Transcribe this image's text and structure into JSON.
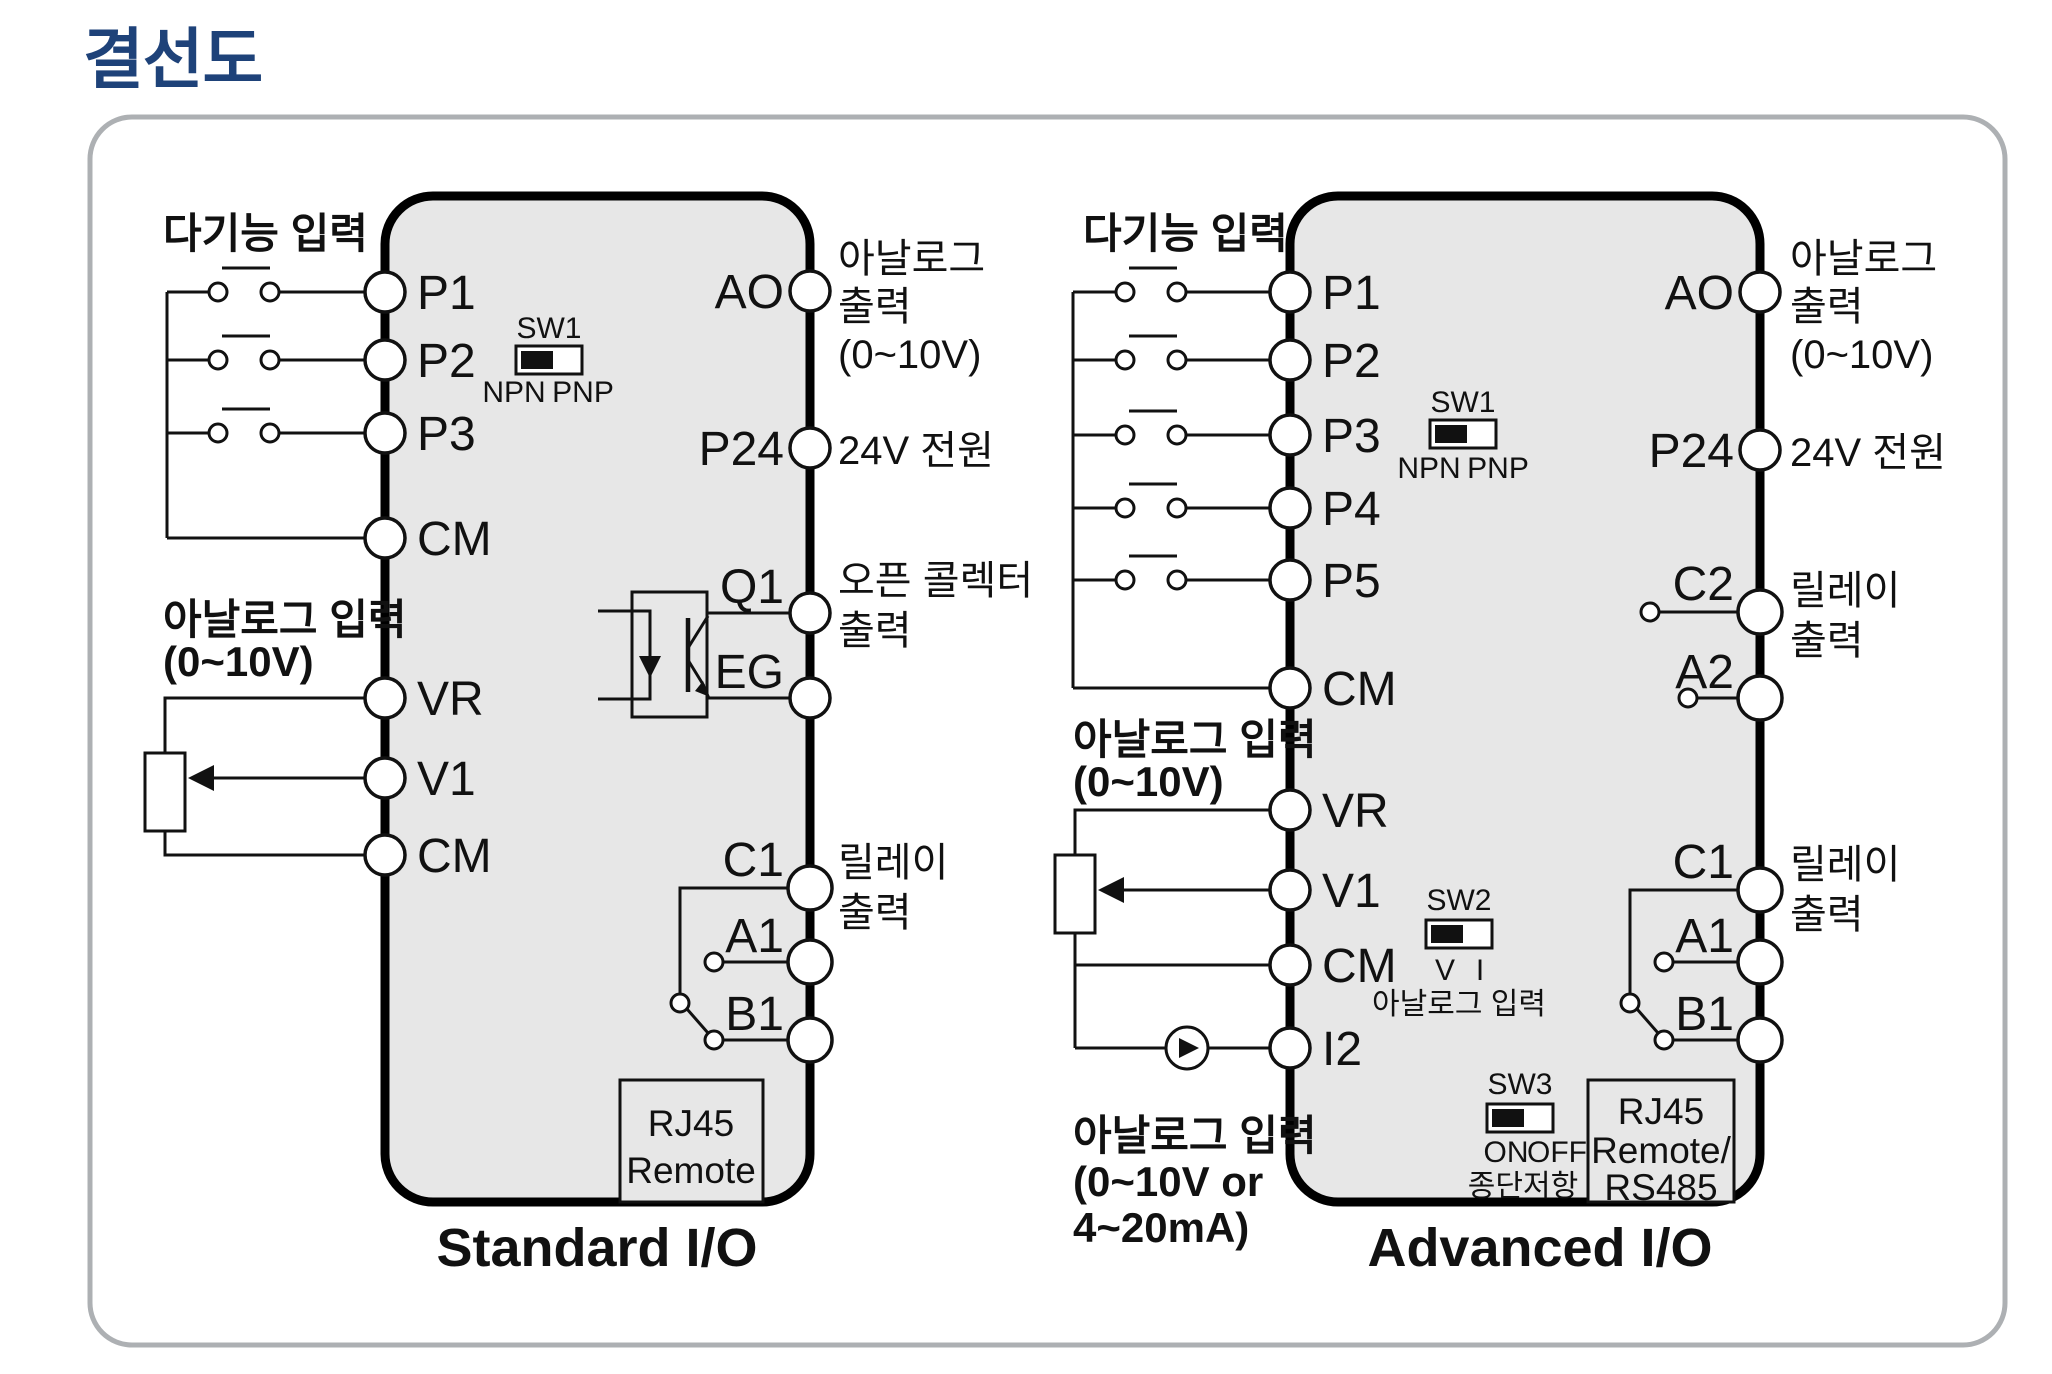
{
  "title": "결선도",
  "colors": {
    "title_blue": "#1E4279",
    "device_fill": "#E7E7E7",
    "panel_border": "#ADB0B3",
    "line_black": "#111111"
  },
  "standard": {
    "caption": "Standard I/O",
    "multi_input_label": "다기능 입력",
    "analog_input_label": [
      "아날로그 입력",
      "(0~10V)"
    ],
    "left_terminals": [
      "P1",
      "P2",
      "P3",
      "CM",
      "VR",
      "V1",
      "CM"
    ],
    "right_terminals": [
      "AO",
      "P24",
      "Q1",
      "EG",
      "C1",
      "A1",
      "B1"
    ],
    "analog_output_label": [
      "아날로그",
      "출력",
      "(0~10V)"
    ],
    "power_label": "24V 전원",
    "open_collector_label": [
      "오픈 콜렉터",
      "출력"
    ],
    "relay_label": [
      "릴레이",
      "출력"
    ],
    "sw1": {
      "label": "SW1",
      "left": "NPN",
      "right": "PNP"
    },
    "rj45": [
      "RJ45",
      "Remote"
    ]
  },
  "advanced": {
    "caption": "Advanced I/O",
    "multi_input_label": "다기능 입력",
    "analog_input_label": [
      "아날로그 입력",
      "(0~10V)"
    ],
    "analog_input2_label": [
      "아날로그 입력",
      "(0~10V or",
      "4~20mA)"
    ],
    "left_terminals": [
      "P1",
      "P2",
      "P3",
      "P4",
      "P5",
      "CM",
      "VR",
      "V1",
      "CM",
      "I2"
    ],
    "right_terminals": [
      "AO",
      "P24",
      "C2",
      "A2",
      "C1",
      "A1",
      "B1"
    ],
    "analog_output_label": [
      "아날로그",
      "출력",
      "(0~10V)"
    ],
    "power_label": "24V 전원",
    "relay_top_label": [
      "릴레이",
      "출력"
    ],
    "relay_bottom_label": [
      "릴레이",
      "출력"
    ],
    "sw1": {
      "label": "SW1",
      "left": "NPN",
      "right": "PNP"
    },
    "sw2": {
      "label": "SW2",
      "left": "V",
      "right": "I",
      "caption": "아날로그 입력"
    },
    "sw3": {
      "label": "SW3",
      "left": "ON",
      "right": "OFF",
      "caption": "종단저항"
    },
    "rj45": [
      "RJ45",
      "Remote/",
      "RS485"
    ]
  }
}
